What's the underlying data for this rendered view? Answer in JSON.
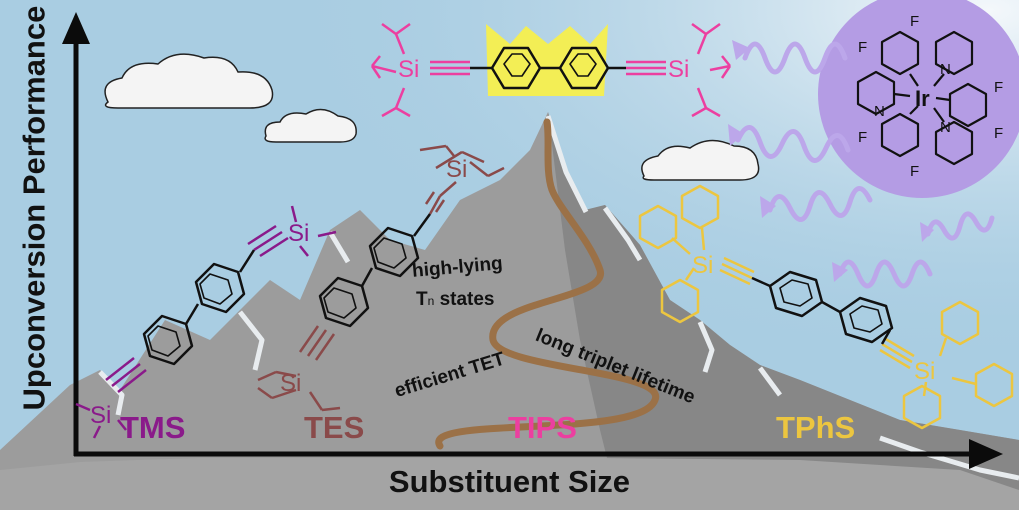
{
  "axes": {
    "y_label": "Upconversion Performance",
    "x_label": "Substituent Size"
  },
  "substituents": [
    {
      "label": "TMS",
      "color": "#8a1a8a",
      "silyl_label": "Si"
    },
    {
      "label": "TES",
      "color": "#8a4a4a",
      "silyl_label": "Si"
    },
    {
      "label": "TIPS",
      "color": "#ec3fa0",
      "silyl_label": "Si"
    },
    {
      "label": "TPhS",
      "color": "#ecc640",
      "silyl_label": "Si"
    }
  ],
  "annotations": {
    "efficient_tet": "efficient TET",
    "long_triplet": "long triplet lifetime",
    "high_lying": "high-lying",
    "tn_states": "T",
    "tn_sub": "n",
    "tn_states_rest": " states"
  },
  "catalyst": {
    "metal": "Ir",
    "fluorine": "F",
    "nitrogen": "N",
    "background_color": "#b49ce4"
  },
  "colors": {
    "sky": "#a9cde2",
    "mountain": "#9c9c9c",
    "mountain_dark": "#878787",
    "trail": "#9b7147",
    "crown": "#f3ee55",
    "light_waves": "#bca7ea"
  }
}
